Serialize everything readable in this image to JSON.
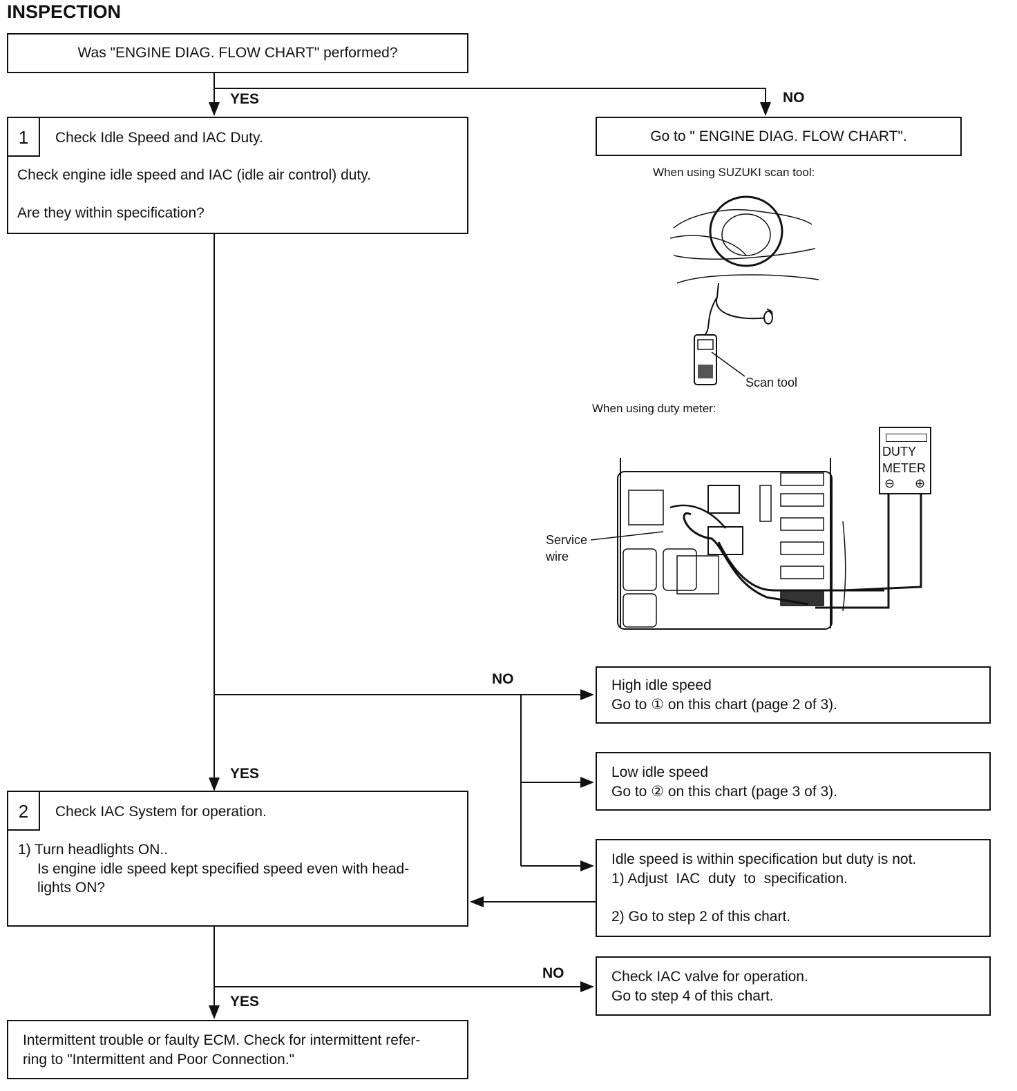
{
  "heading": "INSPECTION",
  "start_box": "Was \"ENGINE DIAG. FLOW CHART\" performed?",
  "labels": {
    "yes1": "YES",
    "no1": "NO",
    "no2": "NO",
    "yes2": "YES",
    "no3": "NO",
    "yes3": "YES"
  },
  "goto_box": "Go to \" ENGINE DIAG. FLOW CHART\".",
  "step1": {
    "num": "1",
    "title": "Check Idle Speed and IAC Duty.",
    "line1": "Check engine idle speed and IAC (idle air control) duty.",
    "line2": "Are they within specification?"
  },
  "step2": {
    "num": "2",
    "title": "Check IAC System for operation.",
    "line1": "1) Turn headlights ON..",
    "line2": "Is engine idle speed kept specified speed even with head-",
    "line3": "lights ON?"
  },
  "scan_caption": "When using SUZUKI scan tool:",
  "scan_tool_label": "Scan tool",
  "duty_caption": "When using duty meter:",
  "duty_meter": {
    "line1": "DUTY",
    "line2": "METER",
    "minus": "⊖",
    "plus": "⊕"
  },
  "service_wire": {
    "line1": "Service",
    "line2": "wire"
  },
  "high_idle": {
    "line1": "High idle speed",
    "line2": "Go to ① on this chart (page 2 of 3)."
  },
  "low_idle": {
    "line1": "Low idle speed",
    "line2": "Go to ② on this chart (page 3 of 3)."
  },
  "duty_not": {
    "line1": "Idle speed is within specification but duty is not.",
    "line2": "1) Adjust  IAC  duty  to  specification.",
    "line3": "2) Go to step 2 of this chart."
  },
  "iac_valve": {
    "line1": "Check IAC valve for operation.",
    "line2": "Go to step 4 of this chart."
  },
  "final_box": {
    "line1": "Intermittent trouble or faulty ECM. Check for intermittent refer-",
    "line2": "ring to \"Intermittent and Poor Connection.\""
  }
}
